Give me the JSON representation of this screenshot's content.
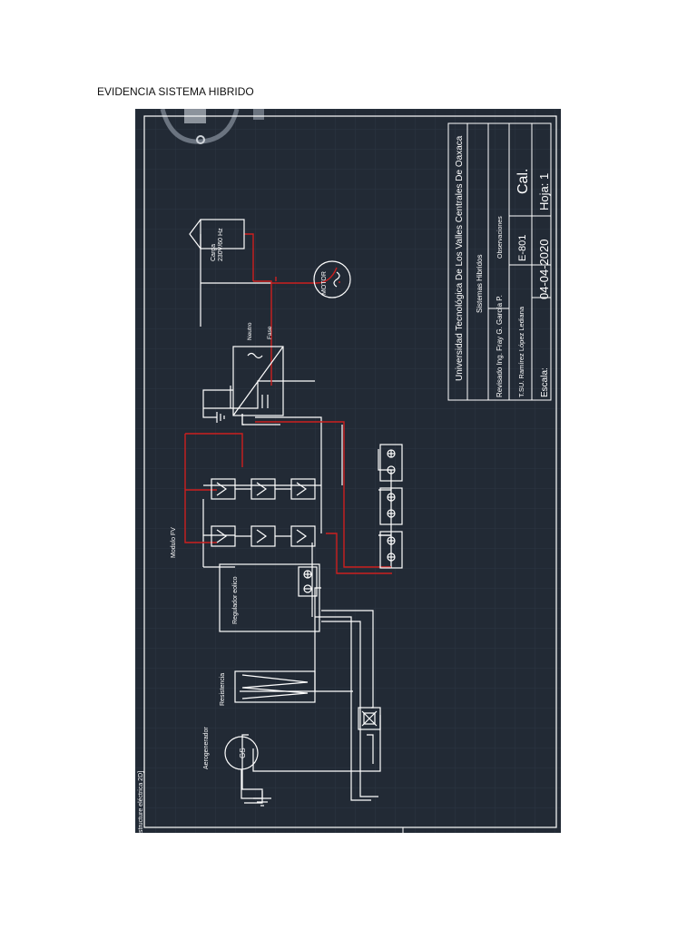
{
  "document": {
    "title": "EVIDENCIA SISTEMA HIBRIDO"
  },
  "drawing": {
    "labels": {
      "carga": "Carga",
      "carga_spec": "230V/60 Hz",
      "motor": "MOTOR",
      "neutro": "Neutro",
      "fase": "Fase",
      "modulo_fv": "Modulo FV",
      "regulador": "Regulador eolico",
      "resistencia": "Resistencia",
      "aerogenerador": "Aerogenerador",
      "gs": "GS",
      "side_caption": "structure eléctrica 2D]"
    },
    "title_block": {
      "university": "Universidad Tecnológica De Los Valles Centrales De Oaxaca",
      "project": "Sistemas Hibridos",
      "revisado": "Revisado Ing. Fray G. García P.",
      "observaciones": "Observaciones",
      "autor": "T.SU. Ramírez López Lediana",
      "grupo": "E-801",
      "cal": "Cal.",
      "escala": "Escala:",
      "fecha": "04-04-2020",
      "hoja": "Hoja: 1"
    }
  },
  "colors": {
    "background": "#222a35",
    "line": "#ffffff",
    "wire": "#cc1f1f",
    "grid": "#2c3542"
  }
}
